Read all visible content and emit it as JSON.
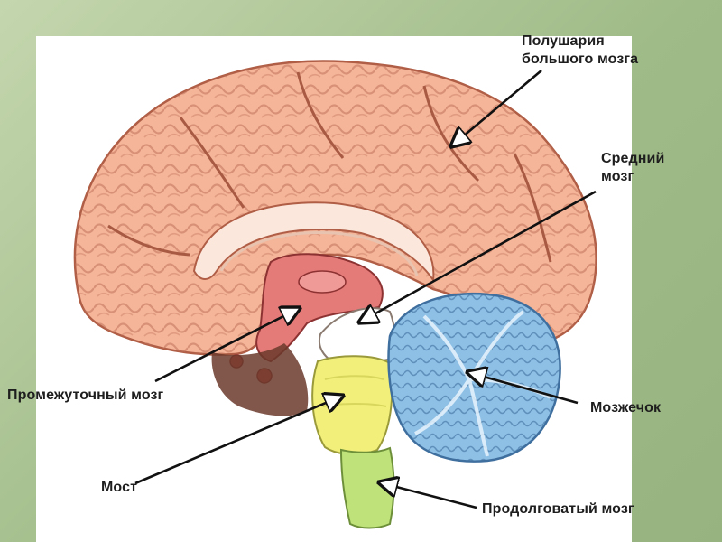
{
  "background_color": "#a4bf8d",
  "sheet_color": "#ffffff",
  "colors": {
    "cortex": "#f5b599",
    "cortex_stroke": "#b05e46",
    "diencephalon": "#e57b79",
    "midbrain": "#ffffff",
    "pons": "#f2f07a",
    "medulla": "#bfe37a",
    "cerebellum": "#8ec0e6",
    "brainstem_dark": "#6b3a2b",
    "arrow": "#111111"
  },
  "labels": {
    "hemispheres_line1": "Полушария",
    "hemispheres_line2": "большого мозга",
    "midbrain_line1": "Средний",
    "midbrain_line2": "мозг",
    "diencephalon": "Промежуточный мозг",
    "cerebellum": "Мозжечок",
    "pons": "Мост",
    "medulla": "Продолговатый мозг"
  }
}
